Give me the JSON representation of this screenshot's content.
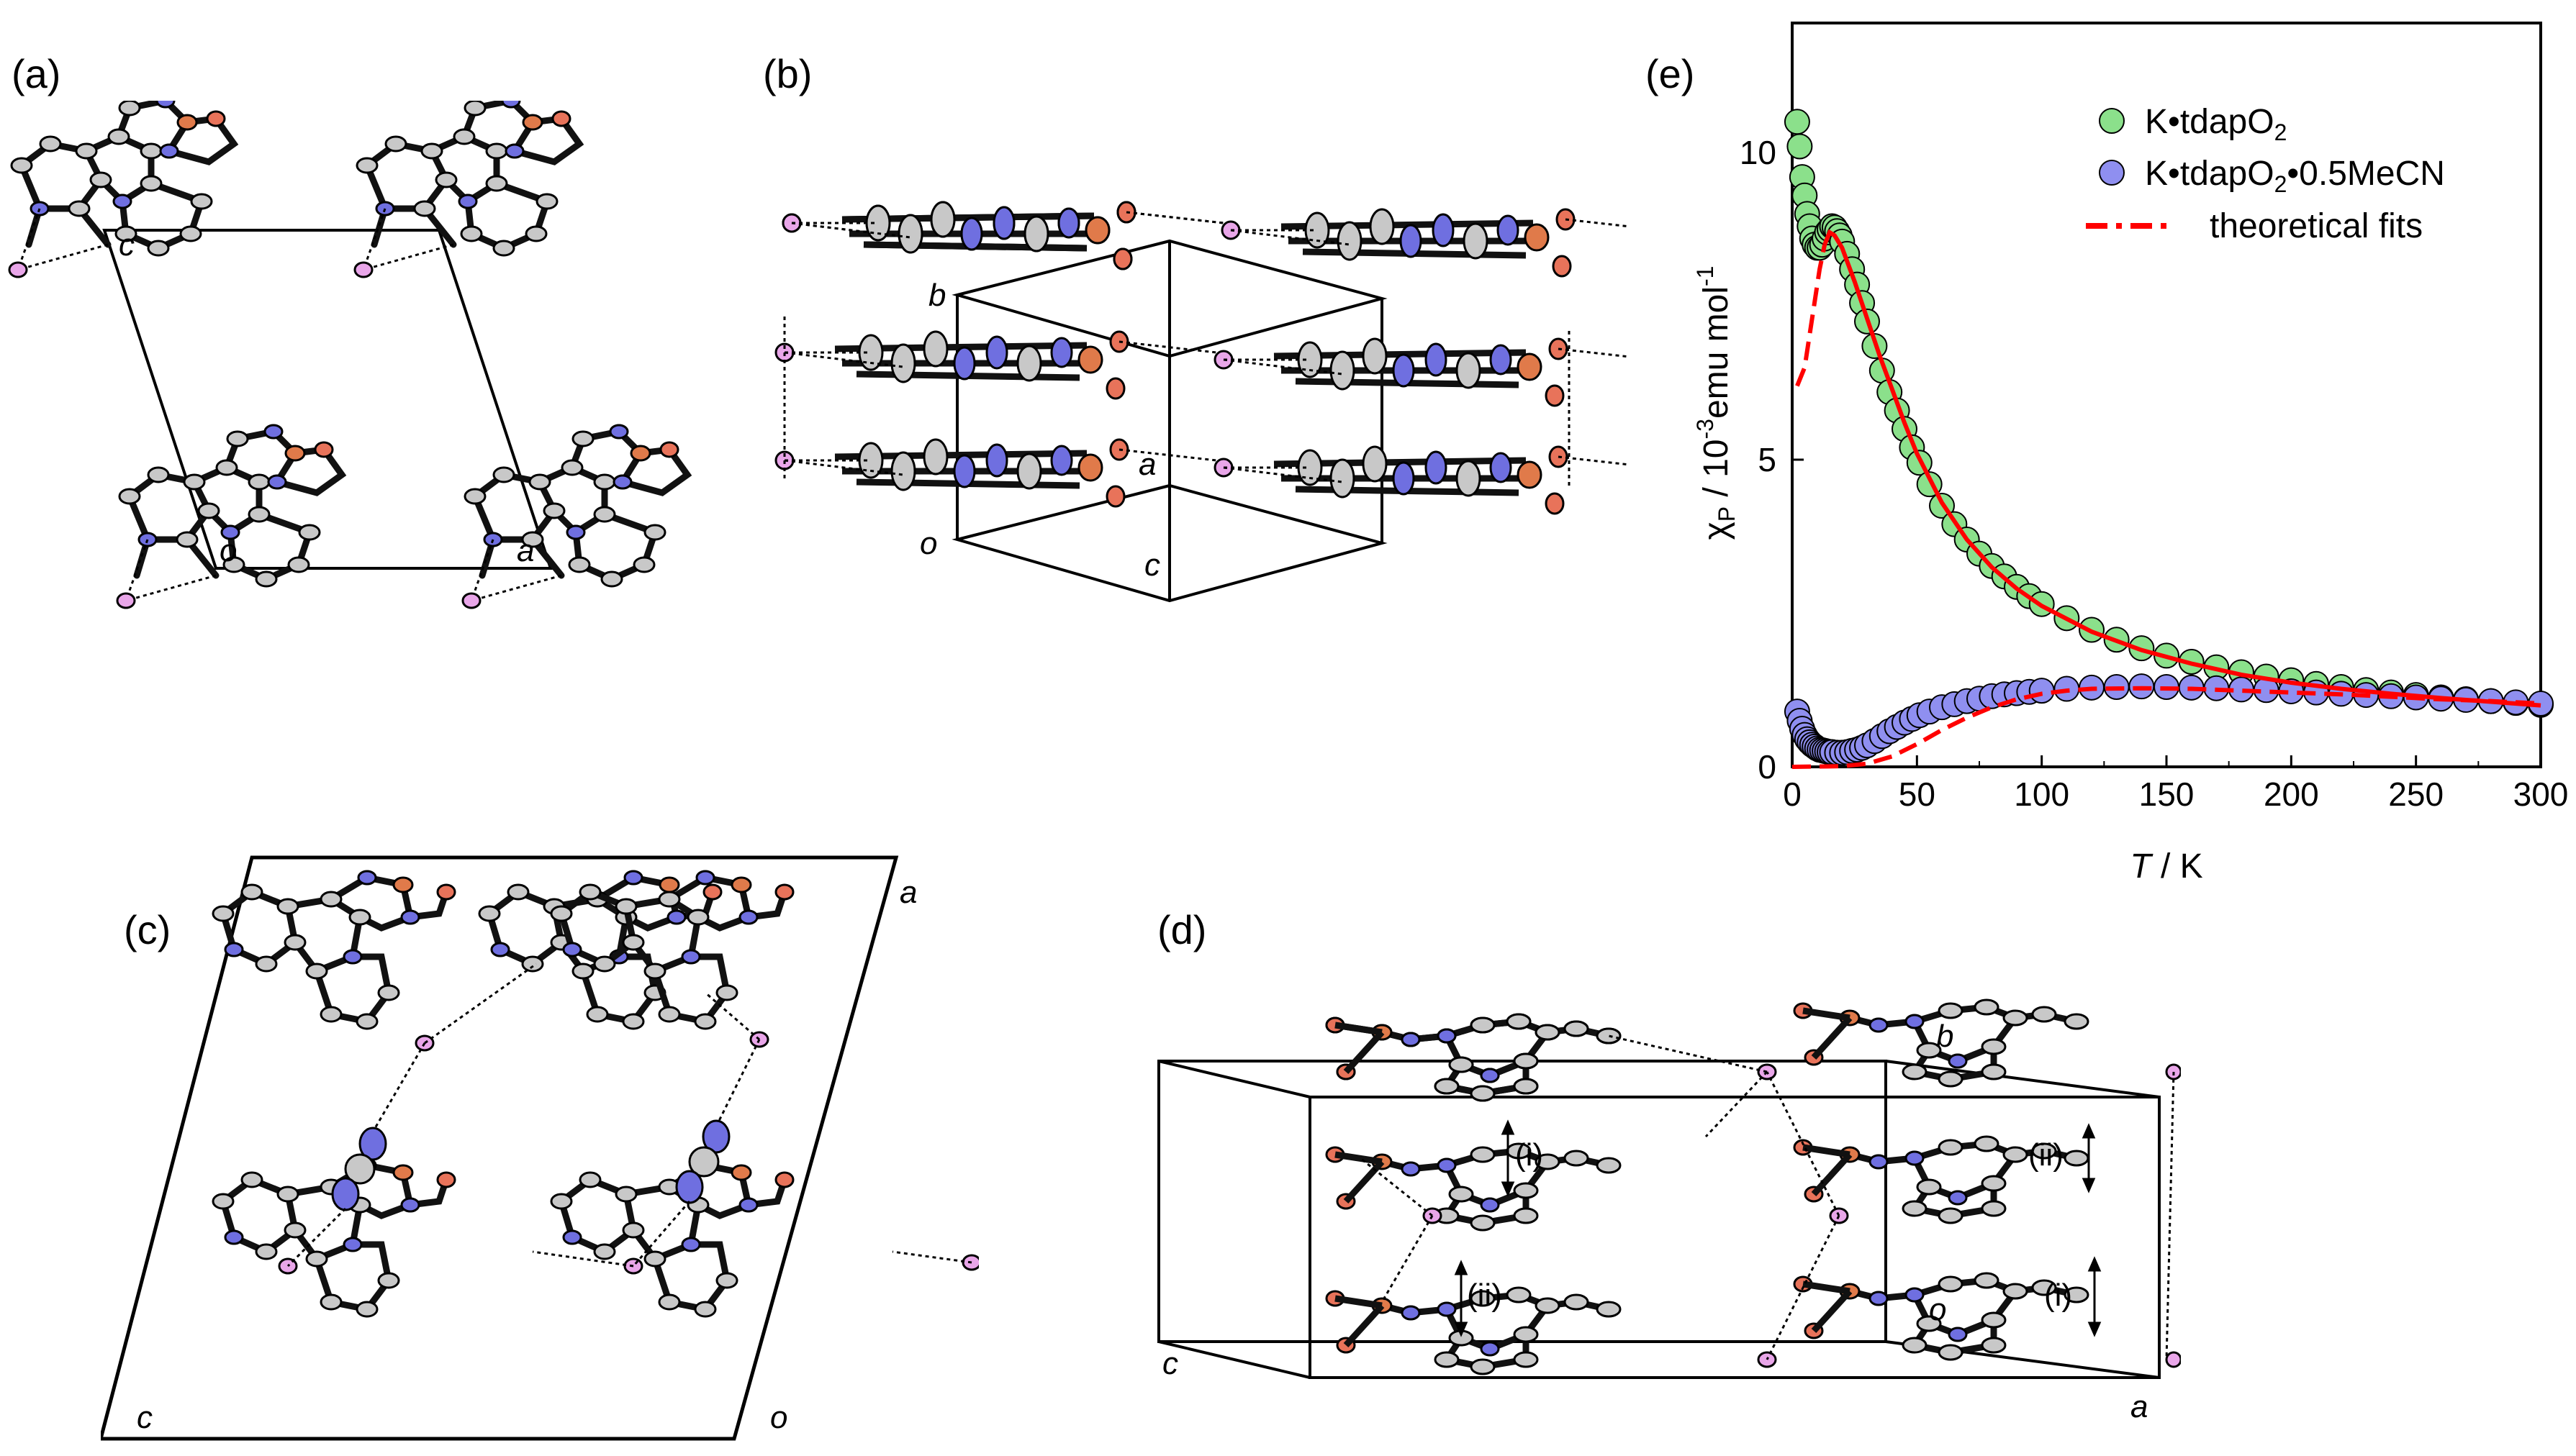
{
  "panels": {
    "a": {
      "label": "(a)",
      "axes": [
        "c",
        "o",
        "a"
      ]
    },
    "b": {
      "label": "(b)",
      "axes": [
        "b",
        "a",
        "o",
        "c"
      ]
    },
    "c": {
      "label": "(c)",
      "axes": [
        "a",
        "c",
        "o"
      ]
    },
    "d": {
      "label": "(d)",
      "axes": [
        "b",
        "c",
        "o",
        "a"
      ],
      "annotations": [
        "(i)",
        "(ii)",
        "(ii)",
        "(i)"
      ]
    },
    "e": {
      "label": "(e)"
    }
  },
  "colors": {
    "carbon": "#c8c8c8",
    "nitrogen": "#6f6fe0",
    "oxygen": "#e8735a",
    "sulfur": "#e07a4a",
    "potassium": "#e9a6e9",
    "series_green": "#8be08b",
    "series_blue": "#8f8ff0",
    "fit": "#ff0000"
  },
  "chart_data": {
    "type": "scatter",
    "xlabel": "T / K",
    "ylabel": "χP / 10-3emu mol-1",
    "xlim": [
      0,
      300
    ],
    "ylim": [
      0,
      12
    ],
    "xticks": [
      "0",
      "50",
      "100",
      "150",
      "200",
      "250",
      "300"
    ],
    "yticks": [
      "0",
      "5",
      "10"
    ],
    "legend_position": "top-right",
    "legend": [
      "K•tdapO2",
      "K•tdapO2•0.5MeCN",
      "theoretical fits"
    ],
    "series": [
      {
        "name": "K•tdapO2",
        "color": "#8be08b",
        "x": [
          2,
          3,
          4,
          5,
          6,
          7,
          8,
          9,
          10,
          11,
          12,
          13,
          14,
          15,
          16,
          17,
          18,
          19,
          20,
          22,
          24,
          26,
          28,
          30,
          33,
          36,
          39,
          42,
          45,
          48,
          51,
          55,
          60,
          65,
          70,
          75,
          80,
          85,
          90,
          95,
          100,
          110,
          120,
          130,
          140,
          150,
          160,
          170,
          180,
          190,
          200,
          210,
          220,
          230,
          240,
          250,
          260,
          270,
          280,
          290,
          300
        ],
        "y": [
          10.5,
          10.1,
          9.6,
          9.3,
          9.0,
          8.8,
          8.6,
          8.5,
          8.45,
          8.45,
          8.5,
          8.6,
          8.7,
          8.75,
          8.8,
          8.78,
          8.72,
          8.65,
          8.55,
          8.35,
          8.1,
          7.85,
          7.55,
          7.25,
          6.85,
          6.45,
          6.1,
          5.8,
          5.5,
          5.2,
          4.95,
          4.6,
          4.25,
          3.95,
          3.7,
          3.47,
          3.27,
          3.1,
          2.93,
          2.78,
          2.65,
          2.42,
          2.23,
          2.07,
          1.93,
          1.81,
          1.71,
          1.62,
          1.54,
          1.47,
          1.41,
          1.35,
          1.3,
          1.25,
          1.21,
          1.17,
          1.13,
          1.1,
          1.07,
          1.04,
          1.01
        ]
      },
      {
        "name": "K•tdapO2•0.5MeCN",
        "color": "#8f8ff0",
        "x": [
          2,
          3,
          4,
          5,
          6,
          7,
          8,
          9,
          10,
          11,
          12,
          13,
          14,
          15,
          16,
          18,
          20,
          22,
          24,
          26,
          28,
          30,
          33,
          36,
          39,
          42,
          45,
          48,
          51,
          55,
          60,
          65,
          70,
          75,
          80,
          85,
          90,
          95,
          100,
          110,
          120,
          130,
          140,
          150,
          160,
          170,
          180,
          190,
          200,
          210,
          220,
          230,
          240,
          250,
          260,
          270,
          280,
          290,
          300
        ],
        "y": [
          0.9,
          0.75,
          0.62,
          0.52,
          0.45,
          0.4,
          0.36,
          0.33,
          0.3,
          0.28,
          0.27,
          0.26,
          0.25,
          0.24,
          0.24,
          0.23,
          0.23,
          0.24,
          0.26,
          0.28,
          0.31,
          0.35,
          0.42,
          0.5,
          0.58,
          0.65,
          0.72,
          0.78,
          0.84,
          0.9,
          0.97,
          1.02,
          1.07,
          1.11,
          1.15,
          1.18,
          1.2,
          1.22,
          1.24,
          1.27,
          1.29,
          1.3,
          1.31,
          1.3,
          1.29,
          1.28,
          1.26,
          1.25,
          1.23,
          1.21,
          1.19,
          1.17,
          1.15,
          1.13,
          1.11,
          1.09,
          1.07,
          1.05,
          1.03
        ]
      },
      {
        "name": "theoretical fits",
        "color": "#ff0000",
        "style": "solid",
        "x": [
          13,
          15,
          17,
          20,
          25,
          30,
          35,
          40,
          45,
          50,
          60,
          70,
          80,
          90,
          100,
          120,
          140,
          160,
          180,
          200,
          220,
          240,
          260,
          280,
          300
        ],
        "y": [
          8.5,
          8.7,
          8.65,
          8.45,
          7.9,
          7.3,
          6.7,
          6.15,
          5.6,
          5.1,
          4.3,
          3.7,
          3.25,
          2.9,
          2.62,
          2.2,
          1.9,
          1.68,
          1.5,
          1.37,
          1.27,
          1.19,
          1.12,
          1.06,
          1.0
        ]
      },
      {
        "name": "theoretical fits",
        "color": "#ff0000",
        "style": "dashed",
        "x": [
          2,
          5,
          8,
          11,
          13
        ],
        "y": [
          6.2,
          6.5,
          7.3,
          8.1,
          8.5
        ]
      },
      {
        "name": "theoretical fits",
        "color": "#ff0000",
        "style": "dashed",
        "x": [
          0,
          20,
          30,
          40,
          50,
          60,
          70,
          80,
          90,
          100,
          110,
          120,
          140,
          160,
          180,
          200,
          220,
          240,
          260,
          280,
          300
        ],
        "y": [
          0.0,
          0.01,
          0.05,
          0.17,
          0.37,
          0.6,
          0.8,
          0.97,
          1.1,
          1.19,
          1.24,
          1.27,
          1.28,
          1.27,
          1.24,
          1.21,
          1.18,
          1.14,
          1.1,
          1.07,
          1.03
        ]
      }
    ]
  }
}
